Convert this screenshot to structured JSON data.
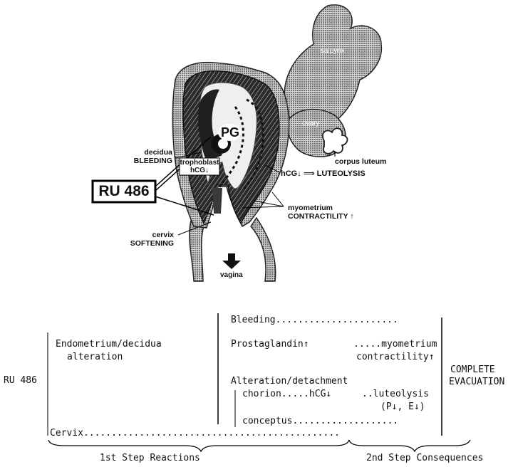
{
  "anatomy": {
    "salpynx": "salpynx",
    "ovary": "ovary",
    "corpus_luteum": "corpus luteum",
    "pg": "PG",
    "decidua_line1": "decidua",
    "decidua_line2": "BLEEDING",
    "trophoblast_line1": "trophoblast",
    "trophoblast_line2": "hCG↓",
    "hcg_arrow": "hCG↓ ⟹ LUTEOLYSIS",
    "ru486_box": "RU 486",
    "cervix_line1": "cervix",
    "cervix_line2": "SOFTENING",
    "myometrium_line1": "myometrium",
    "myometrium_line2": "CONTRACTILITY ↑",
    "vagina": "vagina"
  },
  "table": {
    "ru486": "RU 486",
    "endometrium_line1": "Endometrium/decidua",
    "endometrium_line2": "alteration",
    "bleeding": "Bleeding......................",
    "prostaglandin": "Prostaglandin↑",
    "myometrium_dots": ".....myometrium",
    "contractility": "contractility↑",
    "alteration": "Alteration/detachment",
    "chorion": "chorion.....hCG↓",
    "luteolysis": "..luteolysis",
    "p_e": "(P↓, E↓)",
    "conceptus": "conceptus...................",
    "cervix": "Cervix..............................................",
    "complete_line1": "COMPLETE",
    "complete_line2": "EVACUATION",
    "step1": "1st Step Reactions",
    "step2": "2nd Step Consequences"
  }
}
